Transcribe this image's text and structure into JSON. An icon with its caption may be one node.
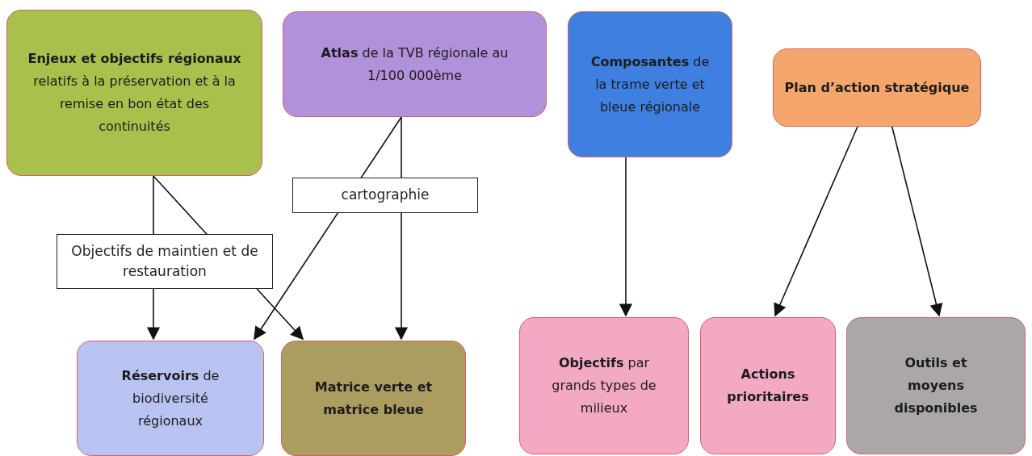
{
  "diagram": {
    "nodes": [
      {
        "text": [
          "**Enjeux et objectifs régionaux** relatifs à la préservation et à la remise en bon état des continuités"
        ]
      },
      {
        "text": [
          "**Atlas** de la TVB régionale au 1/100 000ème"
        ]
      },
      {
        "text": [
          "**Composantes** de la trame verte et bleue régionale"
        ]
      },
      {
        "text": [
          "Plan d’action stratégique"
        ]
      },
      {
        "text": [
          "**Réservoirs** de biodiversité régionaux"
        ]
      },
      {
        "text": [
          "Matrice verte et matrice bleue"
        ]
      },
      {
        "text": [
          "**Objectifs** par grands types de milieux"
        ]
      },
      {
        "text": [
          "Actions prioritaires"
        ]
      },
      {
        "text": [
          "Outils et moyens disponibles"
        ]
      }
    ],
    "edges": [
      {
        "from": 0,
        "to": 4,
        "arrow": "to",
        "label": "Objectifs de maintien et de restauration"
      },
      {
        "from": 0,
        "to": 5,
        "arrow": "to"
      },
      {
        "from": 1,
        "to": 4,
        "arrow": "to",
        "label": "cartographie"
      },
      {
        "from": 1,
        "to": 5,
        "arrow": "to"
      },
      {
        "from": 2,
        "to": 6,
        "arrow": "to"
      },
      {
        "from": 3,
        "to": 7,
        "arrow": "to"
      },
      {
        "from": 3,
        "to": 8,
        "arrow": "to"
      }
    ]
  }
}
